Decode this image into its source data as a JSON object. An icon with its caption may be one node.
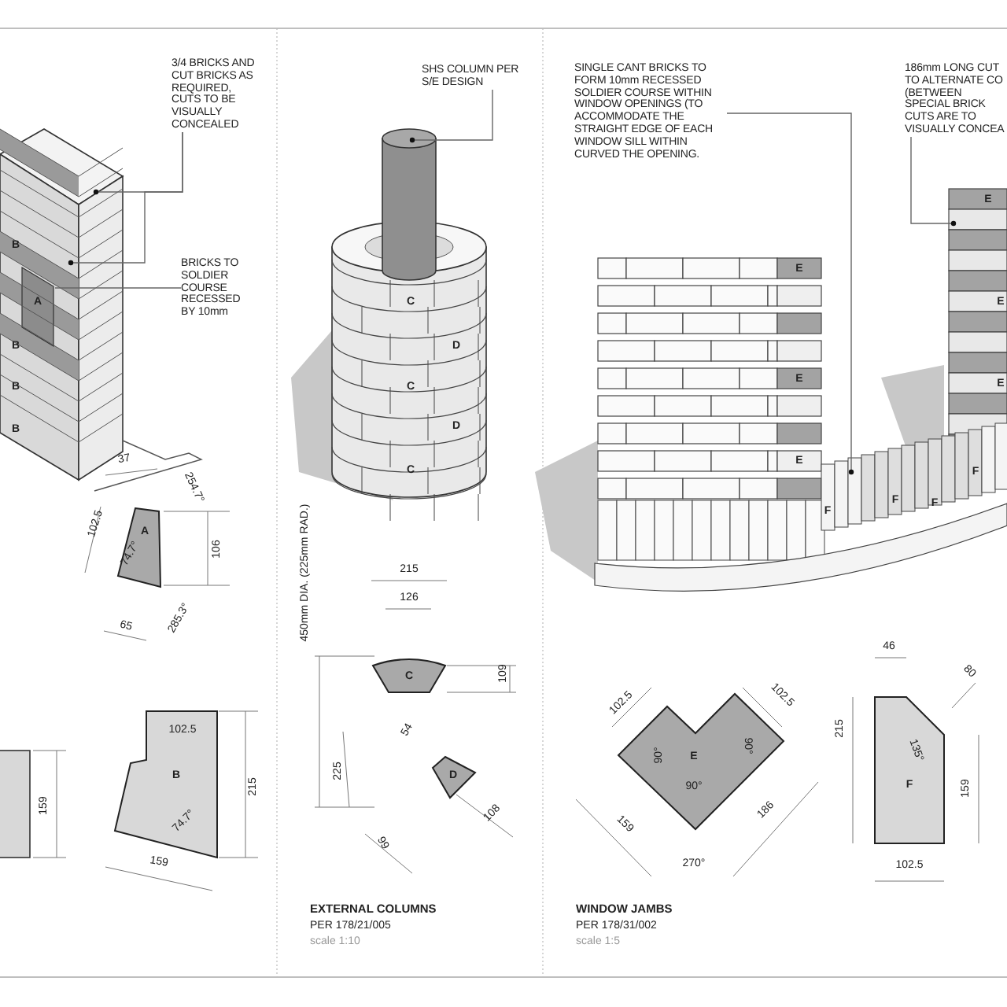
{
  "diagram": {
    "nodes": [
      {
        "text": [
          "3/4 BRICKS AND CUT BRICKS AS REQUIRED, CUTS TO BE VISUALLY CONCEALED"
        ]
      },
      {
        "text": [
          "BRICKS TO SOLDIER COURSE RECESSED BY 10mm"
        ]
      },
      {
        "text": [
          "SHS COLUMN PER S/E DESIGN"
        ]
      },
      {
        "text": [
          "SINGLE CANT BRICKS TO FORM 10mm RECESSED SOLDIER COURSE WITHIN WINDOW OPENINGS (TO ACCOMMODATE THE STRAIGHT EDGE OF EACH WINDOW SILL WITHIN CURVED THE OPENING."
        ]
      },
      {
        "text": [
          "186mm LONG CUT TO ALTERNATE CO (BETWEEN SPECIAL BRICK CUTS ARE TO VISUALLY CONCEA"
        ]
      },
      {
        "text": [
          "A"
        ]
      },
      {
        "text": [
          "B"
        ]
      },
      {
        "text": [
          "C"
        ]
      },
      {
        "text": [
          "D"
        ]
      },
      {
        "text": [
          "E"
        ]
      },
      {
        "text": [
          "F"
        ]
      },
      {
        "text": [],
        "shape": "picture"
      },
      {
        "text": [],
        "shape": "picture"
      },
      {
        "text": [],
        "shape": "picture"
      }
    ],
    "edges": [
      {
        "from": 0,
        "to": 11,
        "arrow": "other"
      },
      {
        "from": 0,
        "to": 11,
        "arrow": "other"
      },
      {
        "from": 1,
        "to": 11,
        "arrow": "none"
      },
      {
        "from": 2,
        "to": 12,
        "arrow": "other"
      },
      {
        "from": 3,
        "to": 13,
        "arrow": "other"
      },
      {
        "from": 4,
        "to": 13,
        "arrow": "other"
      }
    ],
    "labels": [
      "B",
      "A",
      "B",
      "B",
      "B",
      "C",
      "D",
      "C",
      "D",
      "C",
      "E",
      "E",
      "E",
      "E",
      "E",
      "E",
      "F",
      "F",
      "F",
      "F",
      "37",
      "254.7°",
      "102.5",
      "74.7°",
      "106",
      "285.3°",
      "65",
      "450mm DIA. (225mm RAD.)",
      "215",
      "126",
      "109",
      "102.5",
      "54",
      "225",
      "102.5",
      "102.5",
      "46",
      "80",
      "215",
      "90°",
      "90°",
      "135°",
      "159",
      "215",
      "90°",
      "159",
      "74.7°",
      "108",
      "186",
      "159",
      "99",
      "159",
      "270°",
      "102.5",
      "EXTERNAL COLUMNS",
      "WINDOW JAMBS",
      "PER 178/21/005",
      "PER 178/31/002",
      "scale 1:10",
      "scale 1:5"
    ]
  }
}
